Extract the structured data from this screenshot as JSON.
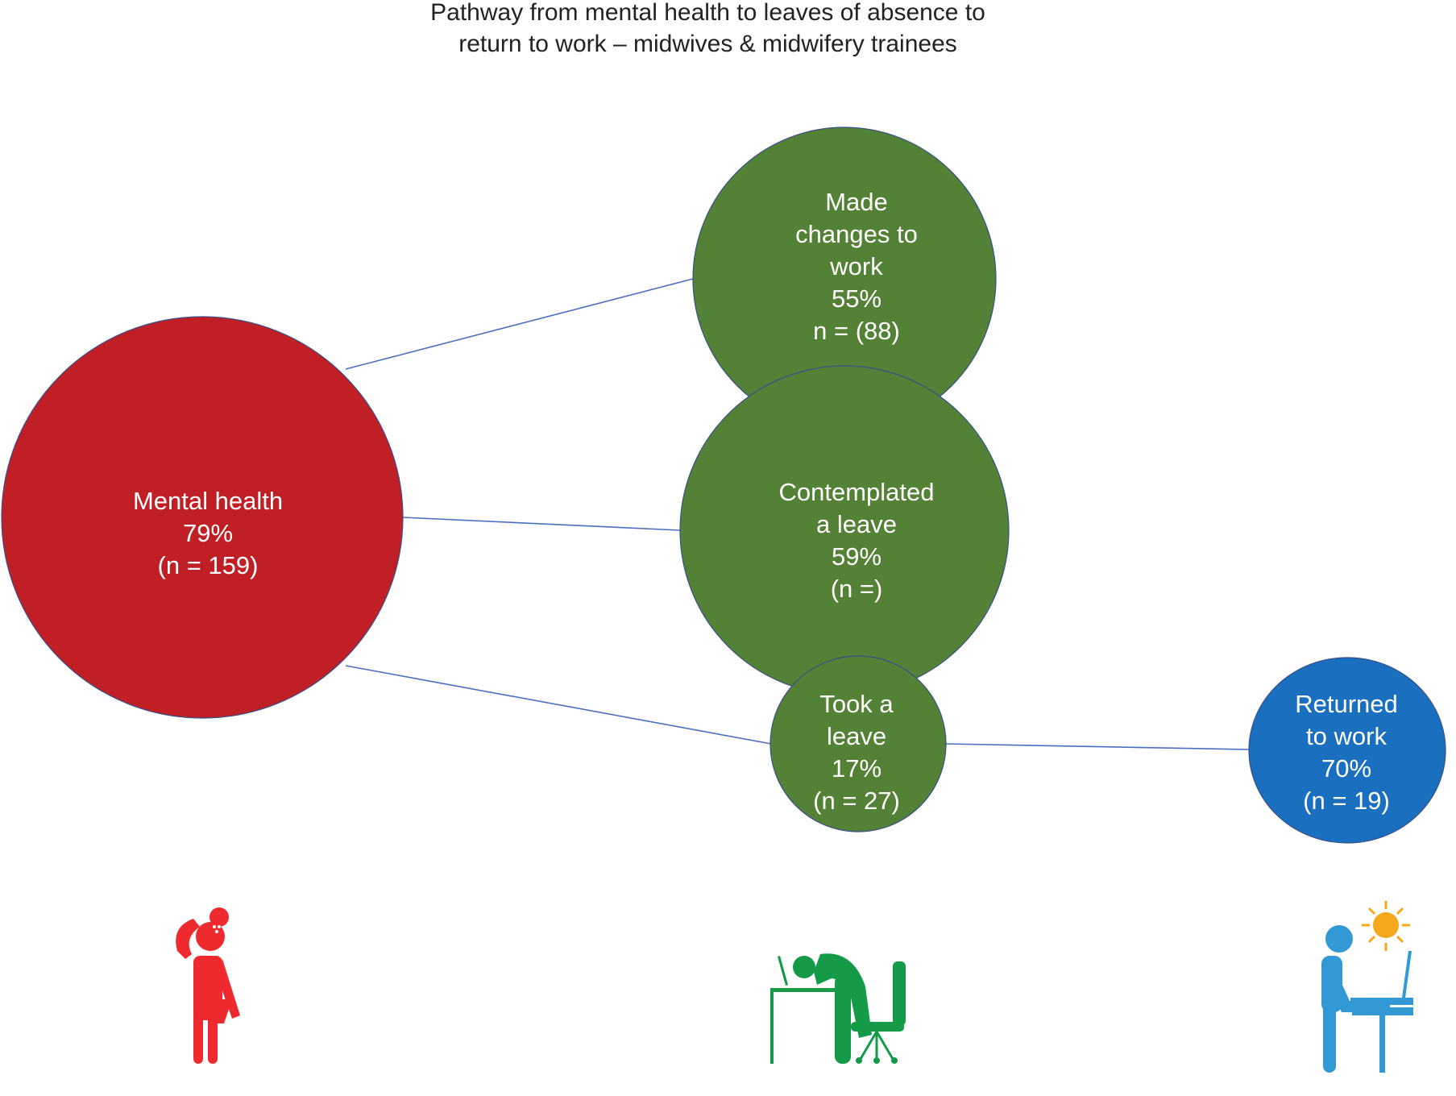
{
  "title": {
    "line1": "Pathway from mental health to leaves of absence to",
    "line2": "return to work – midwives & midwifery trainees"
  },
  "colors": {
    "red": "#c01f26",
    "green": "#538135",
    "blue": "#1a6fbf",
    "edge": "#4a6fc0",
    "icon_red": "#ee2a2f",
    "icon_green": "#159a48",
    "icon_blue": "#3399d4",
    "sun": "#f5a81c"
  },
  "nodes": [
    {
      "id": "mental",
      "lines": [
        "Mental health",
        "79%",
        "(n = 159)"
      ]
    },
    {
      "id": "changes",
      "lines": [
        "Made",
        "changes to",
        "work",
        "55%",
        "n = (88)"
      ]
    },
    {
      "id": "contemplated",
      "lines": [
        "Contemplated",
        "a leave",
        "59%",
        "(n =)"
      ]
    },
    {
      "id": "took",
      "lines": [
        "Took a",
        "leave",
        "17%",
        "(n = 27)"
      ]
    },
    {
      "id": "returned",
      "lines": [
        "Returned",
        "to work",
        "70%",
        "(n = 19)"
      ]
    }
  ],
  "icons": [
    "stressed-person-icon",
    "exhausted-worker-icon",
    "working-person-sun-icon"
  ]
}
